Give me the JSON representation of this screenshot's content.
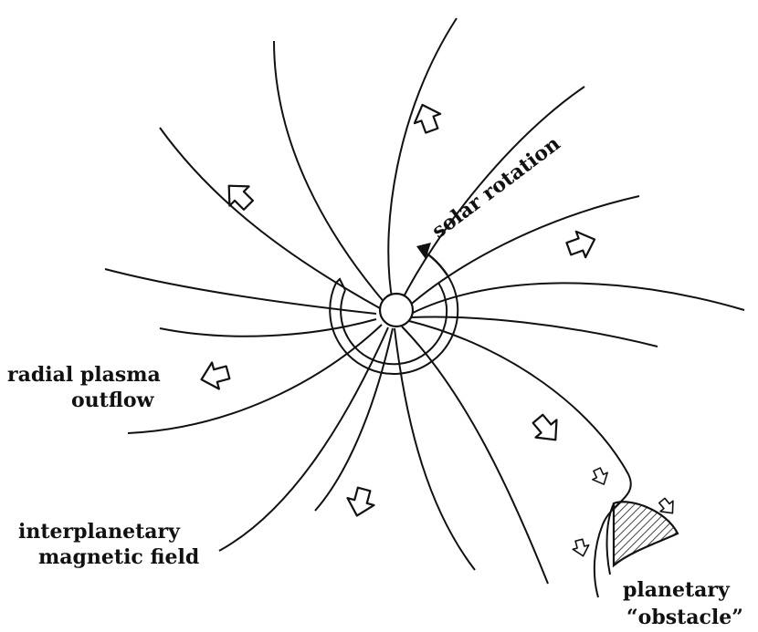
{
  "labels": {
    "solar_rotation": "solar rotation",
    "radial_plasma_line1": "radial plasma",
    "radial_plasma_line2": "outflow",
    "imf_line1": "interplanetary",
    "imf_line2": "magnetic field",
    "planetary_line1": "planetary",
    "planetary_line2": "“obstacle”"
  },
  "colors": {
    "ink": "#111111",
    "background": "#ffffff"
  }
}
